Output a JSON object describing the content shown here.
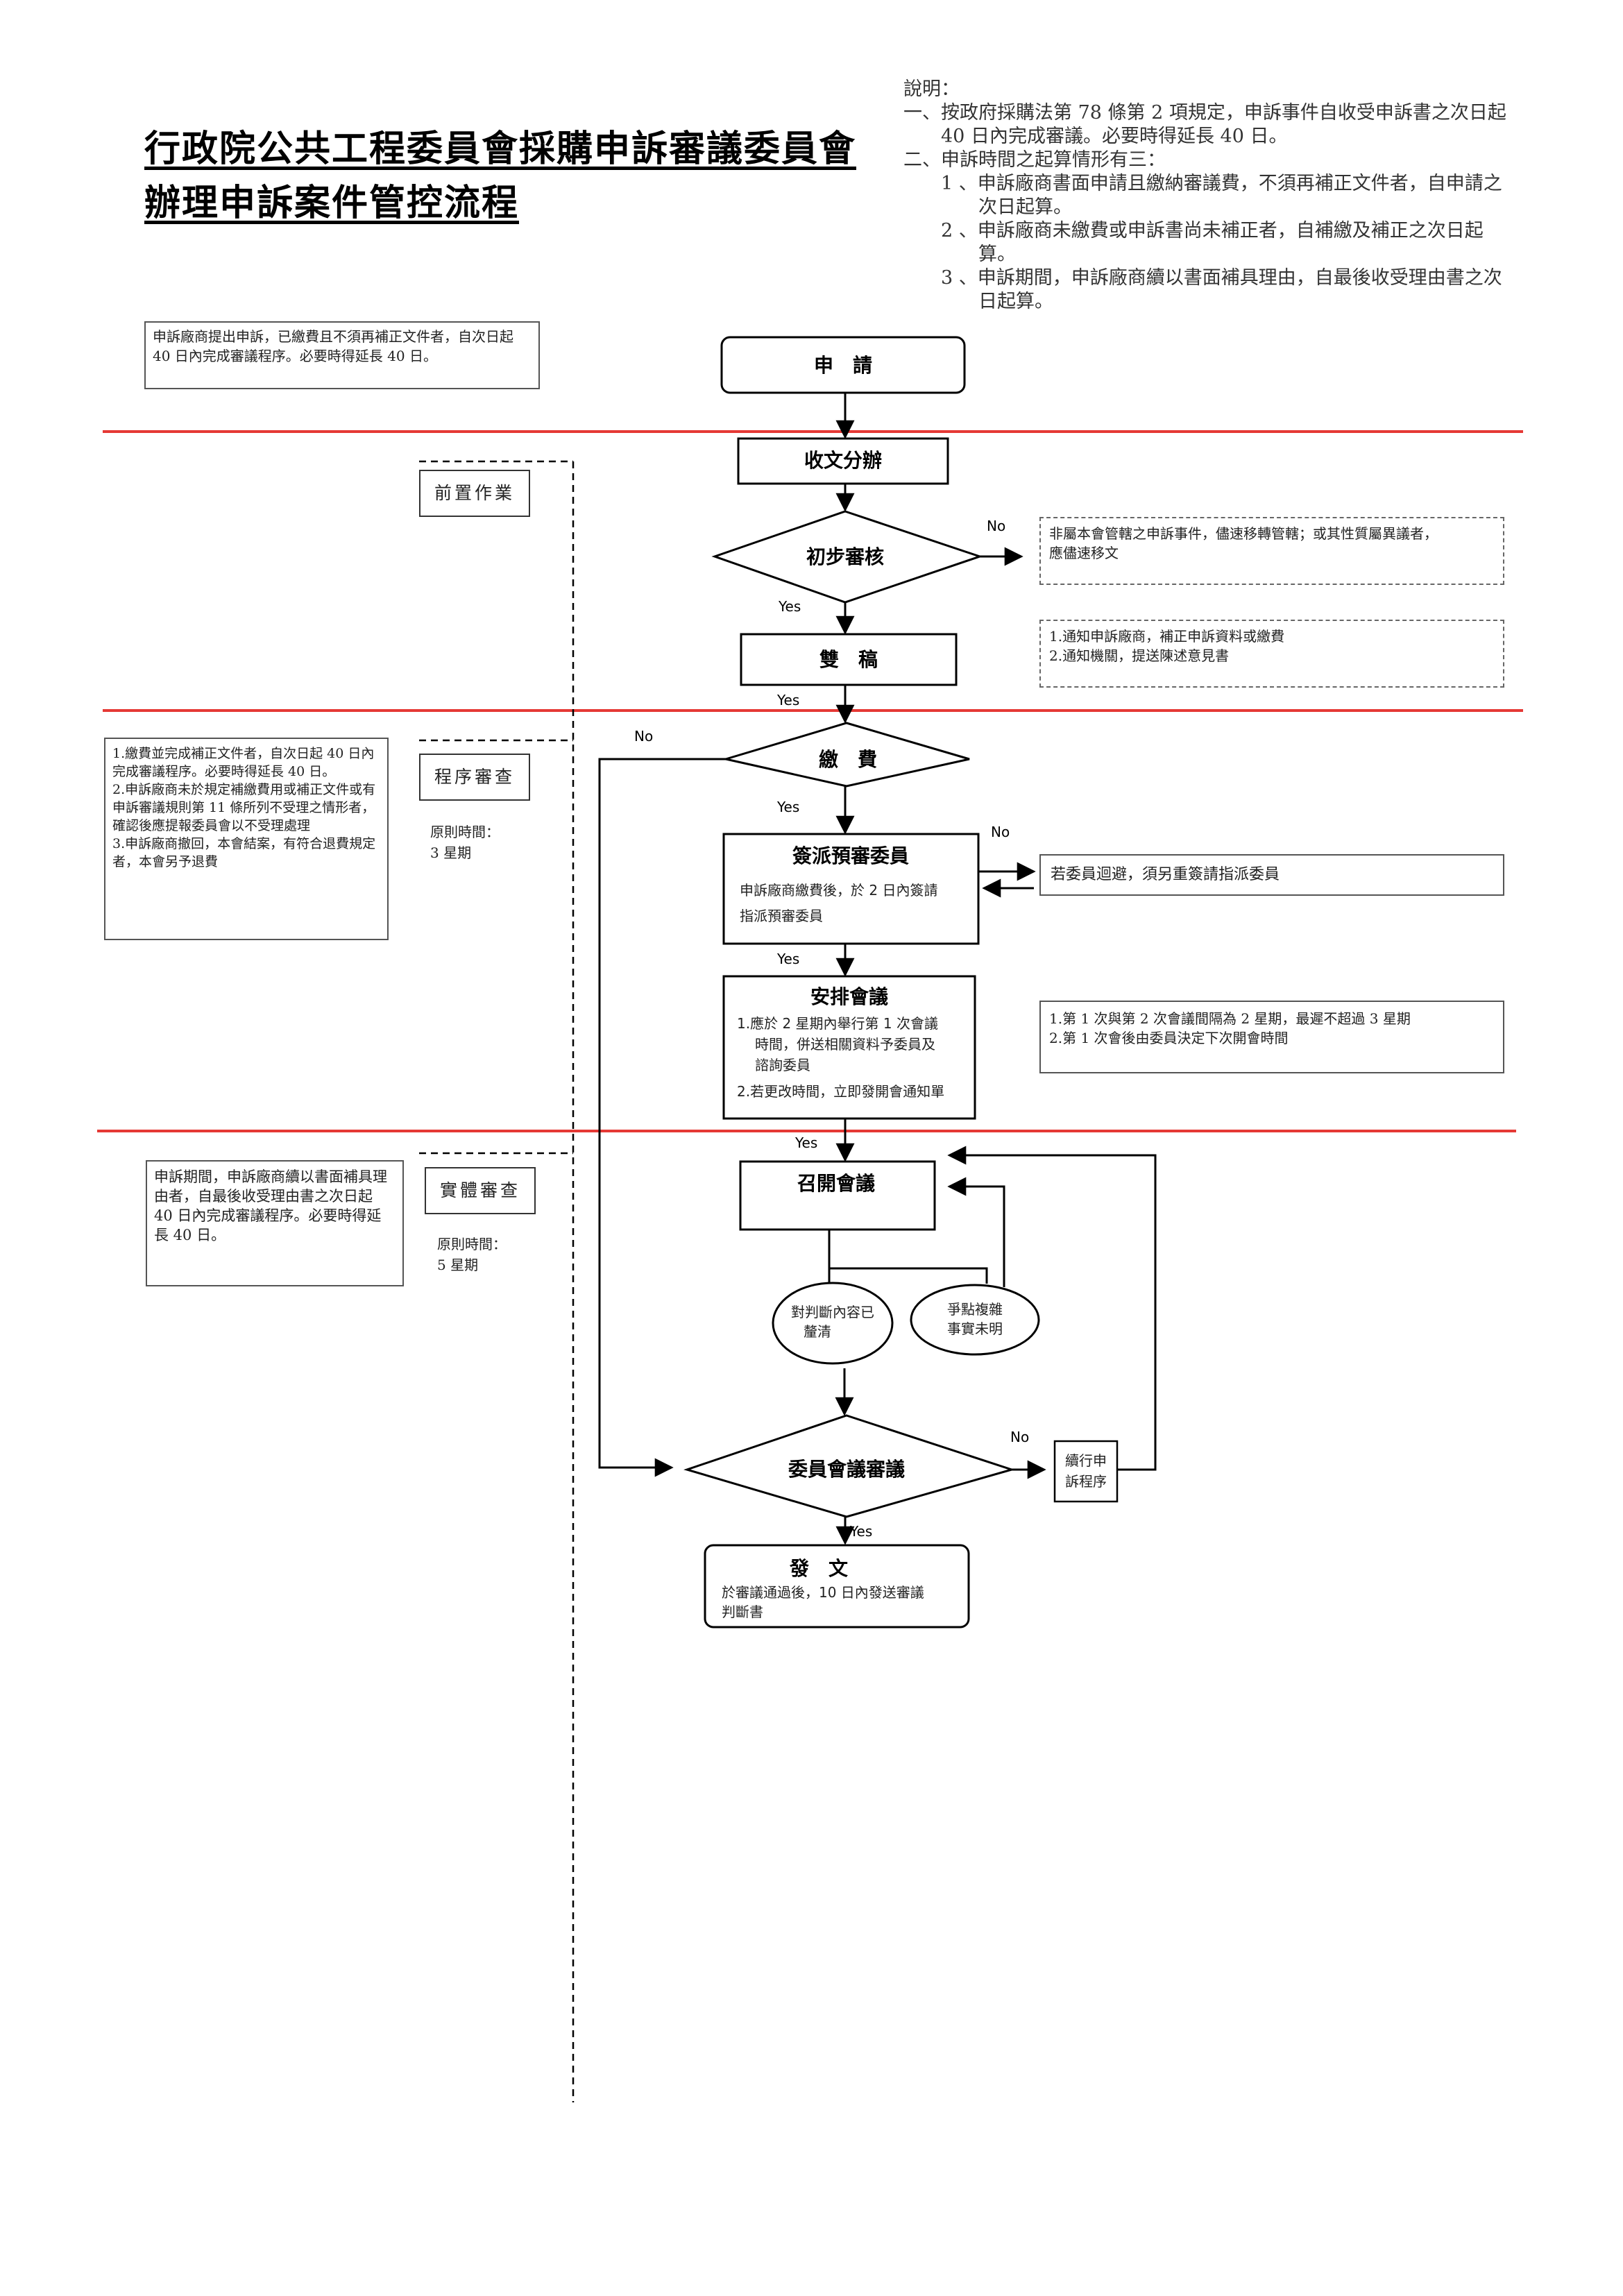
{
  "title": {
    "line1": "行政院公共工程委員會採購申訴審議委員會",
    "line2": "辦理申訴案件管控流程"
  },
  "notes": {
    "heading": "說明：",
    "items": [
      "一、按政府採購法第 78 條第 2 項規定，申訴事件自收受申訴書之次日起",
      "　　40 日內完成審議。必要時得延長 40 日。",
      "二、申訴時間之起算情形有三：",
      "　　1 、申訴廠商書面申請且繳納審議費，不須再補正文件者，自申請之",
      "　　　　次日起算。",
      "　　2 、申訴廠商未繳費或申訴書尚未補正者，自補繳及補正之次日起",
      "　　　　算。",
      "　　3 、申訴期間，申訴廠商續以書面補具理由，自最後收受理由書之次",
      "　　　　日起算。"
    ]
  },
  "sections": {
    "pre": "前置作業",
    "procedure": "程序審查",
    "substantive": "實體審查",
    "procedure_time_label": "原則時間：",
    "procedure_time": "3 星期",
    "substantive_time_label": "原則時間：",
    "substantive_time": "5 星期"
  },
  "left_notes": {
    "note1": "申訴廠商提出申訴，已繳費且不須再補正文件者，自次日起 40 日內完成審議程序。必要時得延長 40 日。",
    "note2_items": [
      "1.繳費並完成補正文件者，自次日起 40 日內完成審議程序。必要時得延長 40 日。",
      "2.申訴廠商未於規定補繳費用或補正文件或有申訴審議規則第 11 條所列不受理之情形者，確認後應提報委員會以不受理處理",
      "3.申訴廠商撤回，本會結案，有符合退費規定者，本會另予退費"
    ],
    "note3": "申訴期間，申訴廠商續以書面補具理由者，自最後收受理由書之次日起 40 日內完成審議程序。必要時得延長 40 日。"
  },
  "flow": {
    "apply": "申　請",
    "receive": "收文分辦",
    "initial_review": "初步審核",
    "dual_draft": "雙　稿",
    "payment": "繳　費",
    "assign": "簽派預審委員",
    "assign_desc": [
      "申訴廠商繳費後，於 2 日內簽請",
      "指派預審委員"
    ],
    "schedule": "安排會議",
    "schedule_desc": [
      "1.應於 2 星期內舉行第 1 次會議",
      "時間，併送相關資料予委員及",
      "諮詢委員",
      "2.若更改時間，立即發開會通知單"
    ],
    "convene": "召開會議",
    "clear": [
      "對判斷內容已",
      "釐清"
    ],
    "complex": [
      "爭點複雜",
      "事實未明"
    ],
    "committee": "委員會議審議",
    "continue": [
      "續行申",
      "訴程序"
    ],
    "issue": "發　文",
    "issue_desc": [
      "於審議通過後，10 日內發送審議",
      "判斷書"
    ]
  },
  "side_notes": {
    "not_jurisdiction": [
      "非屬本會管轄之申訴事件，儘速移轉管轄；或其性質屬異議者，",
      "應儘速移文"
    ],
    "notify": [
      "1.通知申訴廠商，補正申訴資料或繳費",
      "2.通知機關，提送陳述意見書"
    ],
    "recusal": "若委員迴避，須另重簽請指派委員",
    "meeting": [
      "1.第 1 次與第 2 次會議間隔為 2 星期，最遲不超過 3 星期",
      "2.第 1 次會後由委員決定下次開會時間"
    ]
  },
  "edge_labels": {
    "no": "No",
    "yes": "Yes"
  },
  "colors": {
    "divider": "#e53935",
    "line": "#000000",
    "note_border": "#555555"
  }
}
